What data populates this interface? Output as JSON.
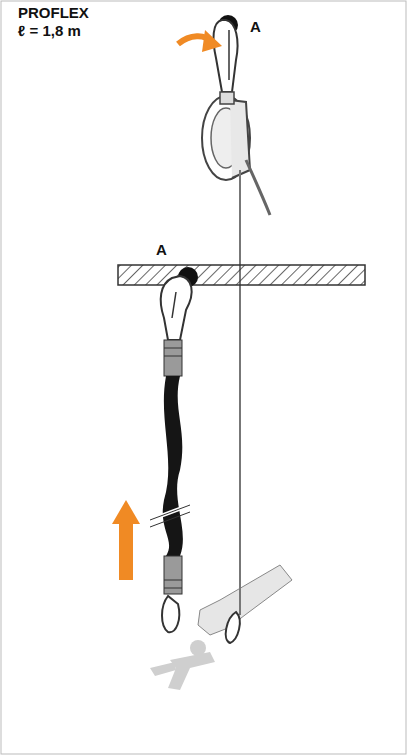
{
  "diagram": {
    "title": "PROFLEX",
    "labels": [
      "ℓ = 1,8 m",
      "A",
      "A"
    ]
  }
}
